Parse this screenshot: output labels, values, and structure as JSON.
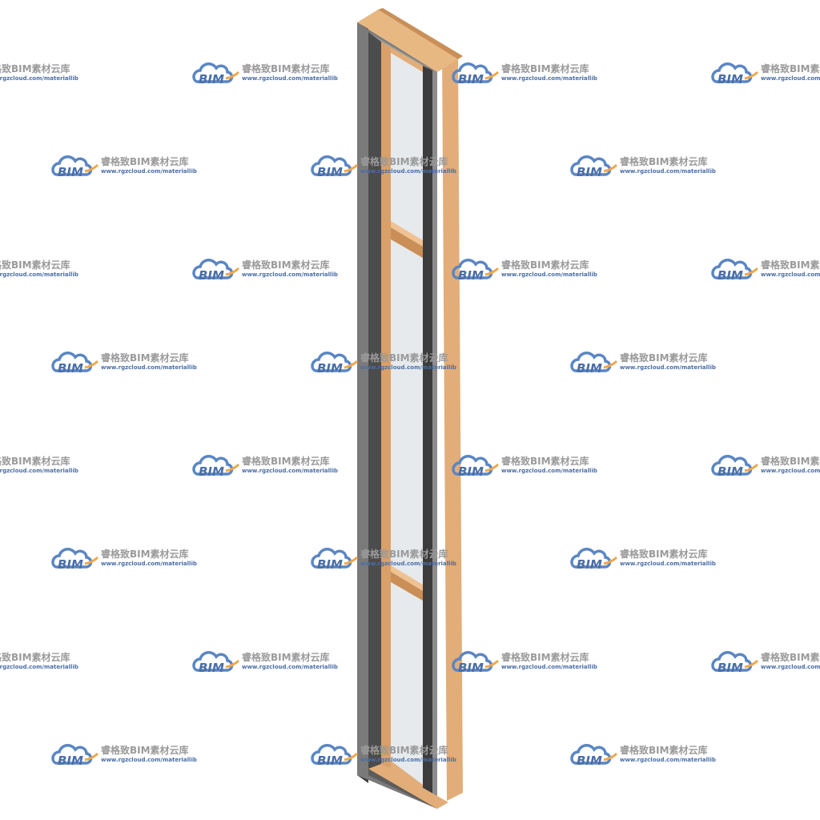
{
  "watermark": {
    "logo_text": "BIM",
    "brand": "睿格致BIM素材云库",
    "url": "www.rgzcloud.com/materiallib",
    "colors": {
      "cloud": "#5a86c4",
      "brand_text": "#9a9a9a",
      "url_text": "#4a6ea8",
      "swoosh": "#f0a64a"
    }
  },
  "window_model": {
    "frame_color": "#4a4a4a",
    "frame_side_color": "#8c8c8c",
    "wood_color": "#e2ad78",
    "wood_edge_color": "#c98f57",
    "glass_color": "#e6eaed",
    "panes": 3
  }
}
